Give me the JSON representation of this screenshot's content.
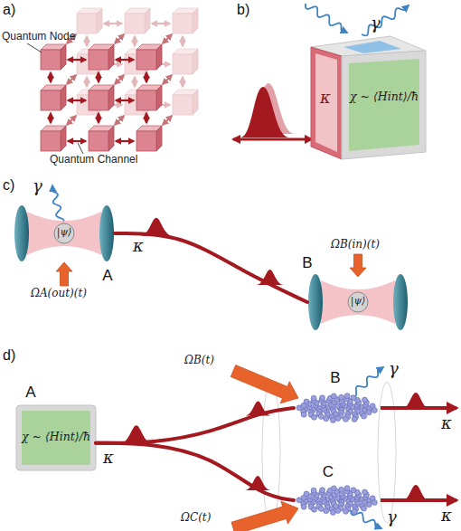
{
  "diagram": {
    "nodes": [
      {
        "text": [
          "κ",
          "χ ~ ⟨Hint⟩/ħ"
        ]
      },
      {
        "text": [
          "|ψ⟩",
          "A"
        ]
      },
      {
        "text": [
          "|ψ⟩",
          "B"
        ]
      },
      {
        "text": [
          "χ ~ ⟨Hint⟩/ħ",
          "A"
        ]
      },
      {
        "text": [
          "B"
        ]
      },
      {
        "text": [
          "C"
        ]
      }
    ],
    "edges": [
      {
        "from": 1,
        "to": 2,
        "arrow": "none",
        "label": "κ"
      },
      {
        "from": 3,
        "to": 4,
        "arrow": "none"
      },
      {
        "from": 3,
        "to": 5,
        "arrow": "none"
      }
    ],
    "labels": [
      "a)",
      "Quantum Node",
      "Quantum Channel",
      "b)",
      "γ",
      "c)",
      "γ",
      "ΩA(out)(t)",
      "ΩB(in)(t)",
      "d)",
      "κ",
      "ΩB(t)",
      "γ",
      "ΩC(t)",
      "γ",
      "κ",
      "κ"
    ]
  }
}
